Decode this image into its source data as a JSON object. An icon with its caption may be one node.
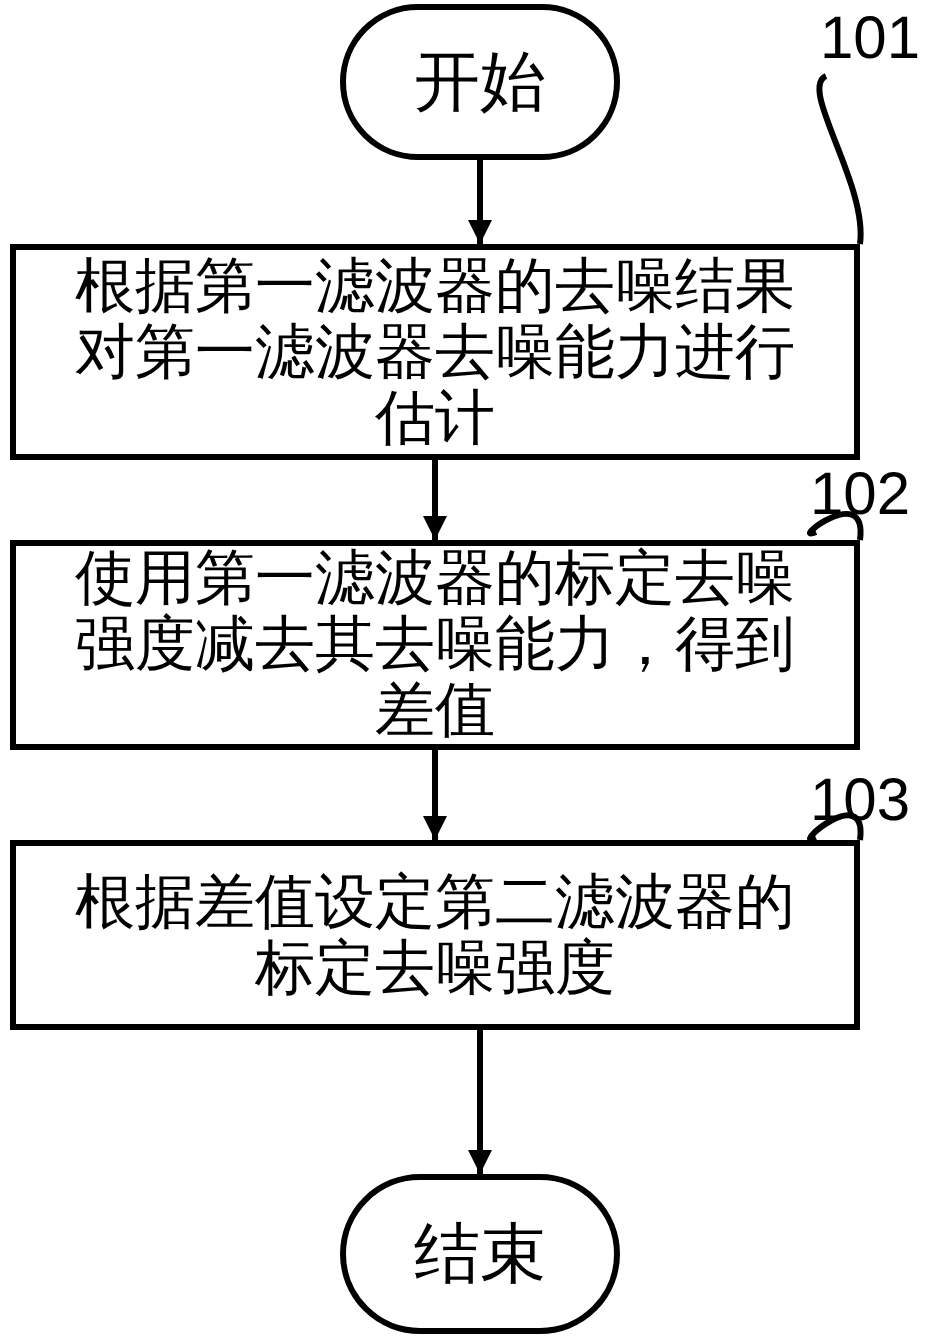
{
  "diagram": {
    "nodes": [
      {
        "text": [
          "开始"
        ]
      },
      {
        "text": [
          "根据第一滤波器的去噪结果对第一滤波器去噪能力进行估计"
        ]
      },
      {
        "text": [
          "使用第一滤波器的标定去噪强度减去其去噪能力，得到差值"
        ]
      },
      {
        "text": [
          "根据差值设定第二滤波器的标定去噪强度"
        ]
      },
      {
        "text": [
          "结束"
        ]
      },
      {
        "text": [
          "101"
        ]
      },
      {
        "text": [
          "102"
        ]
      },
      {
        "text": [
          "103"
        ]
      }
    ],
    "edges": [
      {
        "from": 0,
        "to": 1,
        "arrow": "to"
      },
      {
        "from": 1,
        "to": 2,
        "arrow": "to"
      },
      {
        "from": 2,
        "to": 3,
        "arrow": "to"
      },
      {
        "from": 3,
        "to": 4,
        "arrow": "to"
      },
      {
        "from": 5,
        "to": 1,
        "arrow": "none"
      },
      {
        "from": 6,
        "to": 2,
        "arrow": "none"
      },
      {
        "from": 7,
        "to": 3,
        "arrow": "none"
      }
    ]
  }
}
